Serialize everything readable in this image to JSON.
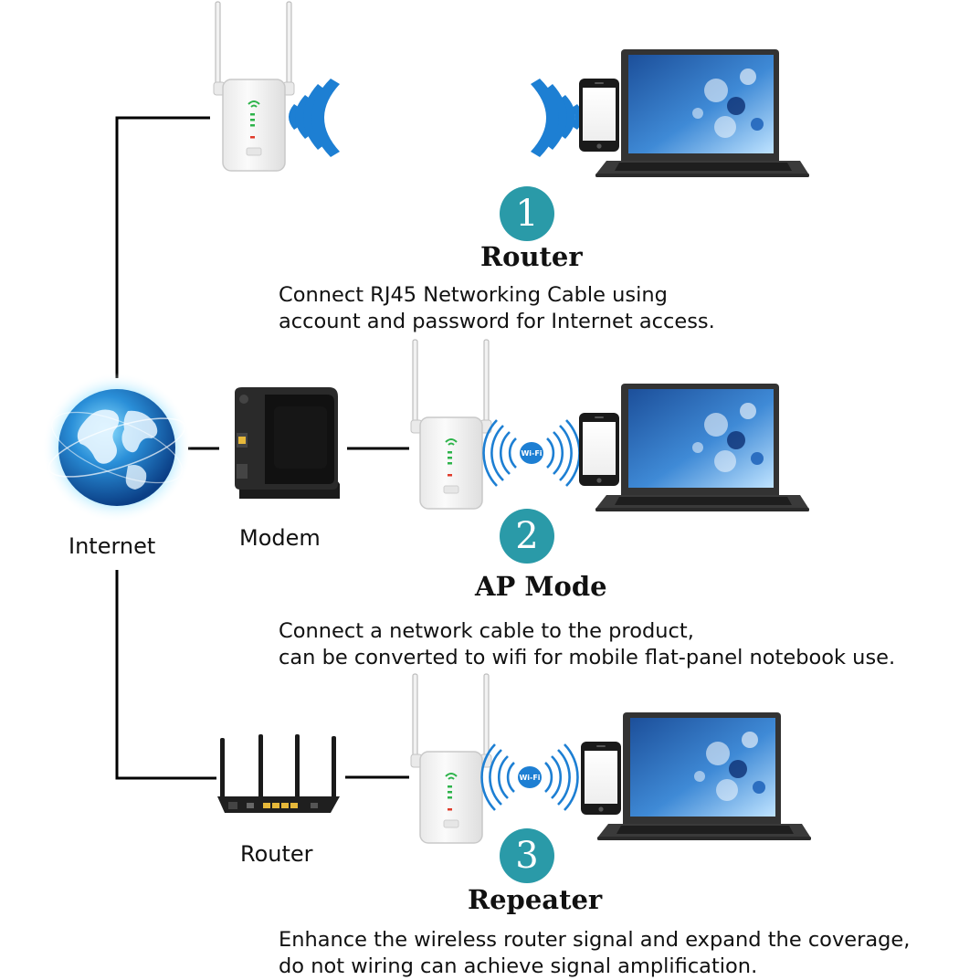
{
  "colors": {
    "accent": "#2a9aa8",
    "wifi": "#1d7fd3",
    "line": "#000000",
    "device_white": "#f3f3f3",
    "led_green": "#2db34a",
    "led_red": "#e03a2a"
  },
  "labels": {
    "internet": "Internet",
    "modem": "Modem",
    "router": "Router"
  },
  "wifi_badge": "Wi-Fi",
  "modes": [
    {
      "number": "1",
      "title": "Router",
      "desc_line1": "Connect RJ45 Networking Cable using",
      "desc_line2": "account and password  for Internet access."
    },
    {
      "number": "2",
      "title": "AP Mode",
      "desc_line1": "Connect a network cable to the product,",
      "desc_line2": "can be converted to wifi for mobile flat-panel notebook use."
    },
    {
      "number": "3",
      "title": "Repeater",
      "desc_line1": "Enhance the wireless router signal and expand the coverage,",
      "desc_line2": "do not wiring can achieve signal amplification."
    }
  ],
  "icons": {
    "globe": "globe-icon",
    "modem": "modem-icon",
    "router": "router-icon",
    "extender": "extender-icon",
    "wifi_waves": "wifi-waves-icon",
    "phone": "phone-icon",
    "laptop": "laptop-icon"
  }
}
